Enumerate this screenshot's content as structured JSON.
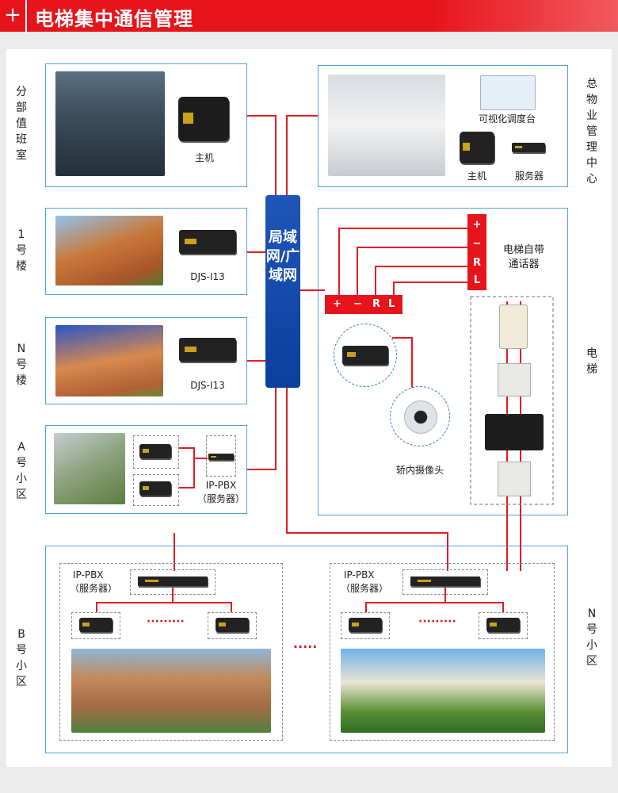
{
  "header": {
    "plus": "+",
    "title": "电梯集中通信管理"
  },
  "sections": {
    "branch": "分部值班室",
    "hq": "总物业管理中心",
    "bld1": "1号楼",
    "bldN": "N号楼",
    "zoneA": "A号小区",
    "elevator": "电梯",
    "zoneB": "B号小区",
    "zoneN": "N号小区"
  },
  "network": {
    "label": "局域网/广域网"
  },
  "labels": {
    "host": "主机",
    "dispatch": "可视化调度台",
    "hq_host": "主机",
    "server": "服务器",
    "djs1": "DJS-I13",
    "djsN": "DJS-I13",
    "ippbx_a_1": "IP-PBX",
    "ippbx_a_2": "（服务器）",
    "elevator_intercom_1": "电梯自带",
    "elevator_intercom_2": "通话器",
    "camera": "轿内摄像头",
    "ippbx_b_1": "IP-PBX",
    "ippbx_b_2": "（服务器）",
    "ippbx_n_1": "IP-PBX",
    "ippbx_n_2": "（服务器）",
    "dots_b": "·········",
    "dots_mid": "·····",
    "dots_n": "·········"
  },
  "terminals": {
    "vertical": [
      "+",
      "−",
      "R",
      "L"
    ],
    "horizontal": [
      "+",
      "−",
      "R",
      "L"
    ]
  }
}
